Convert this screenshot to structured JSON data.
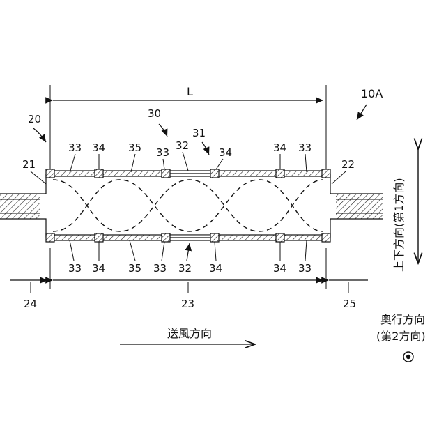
{
  "figure_id": "10A",
  "dimension": {
    "length": "L"
  },
  "refs": {
    "r20": "20",
    "r21": "21",
    "r22": "22",
    "r23": "23",
    "r24": "24",
    "r25": "25",
    "r30": "30",
    "r31": "31"
  },
  "top_labels": [
    "33",
    "34",
    "35",
    "33",
    "32",
    "34",
    "34",
    "33"
  ],
  "bottom_labels": [
    "33",
    "34",
    "35",
    "33",
    "32",
    "34",
    "34",
    "33"
  ],
  "vertical_direction": "上下方向(第1方向)",
  "airflow_direction": "送風方向",
  "depth_direction": {
    "line1": "奥行方向",
    "line2": "(第2方向)"
  }
}
